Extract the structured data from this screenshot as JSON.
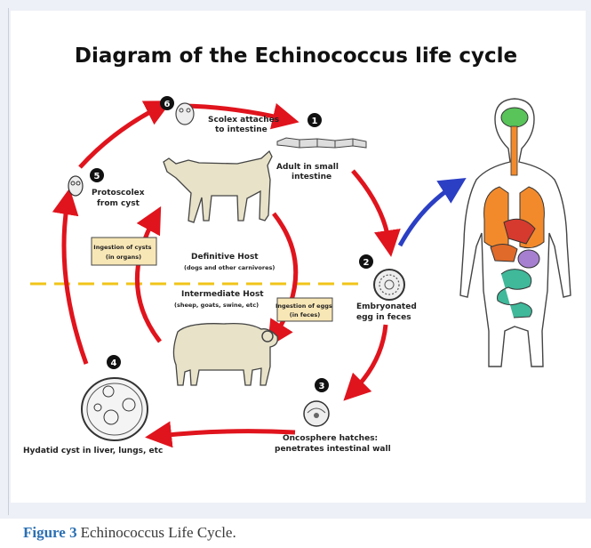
{
  "diagram": {
    "title": "Diagram of the Echinococcus life cycle",
    "stages": [
      {
        "number": "1",
        "text": [
          "Adult in small",
          "intestine"
        ]
      },
      {
        "number": "2",
        "text": [
          "Embryonated",
          "egg in feces"
        ]
      },
      {
        "number": "3",
        "text": [
          "Oncosphere hatches:",
          "penetrates intestinal wall"
        ]
      },
      {
        "number": "4",
        "text": [
          "Hydatid cyst in liver, lungs, etc"
        ]
      },
      {
        "number": "5",
        "text": [
          "Protoscolex",
          "from cyst"
        ]
      },
      {
        "number": "6",
        "text": [
          "Scolex attaches",
          "to intestine"
        ]
      }
    ],
    "hosts": {
      "definitive": {
        "name": "Definitive Host",
        "detail": "(dogs and other carnivores)"
      },
      "intermediate": {
        "name": "Intermediate Host",
        "detail": "(sheep, goats, swine, etc)"
      }
    },
    "boxes": {
      "cysts": [
        "Ingestion of cysts",
        "(in organs)"
      ],
      "eggs": [
        "Ingestion of eggs",
        "(in feces)"
      ]
    },
    "colors": {
      "cycle_arrow": "#e0141d",
      "organ_arrow": "#2b3fc4",
      "divider": "#f0c419",
      "box_fill": "#f8e7b6",
      "number_badge": "#111111"
    }
  },
  "caption": {
    "figure_label": "Figure 3",
    "text": "Echinococcus Life Cycle."
  }
}
